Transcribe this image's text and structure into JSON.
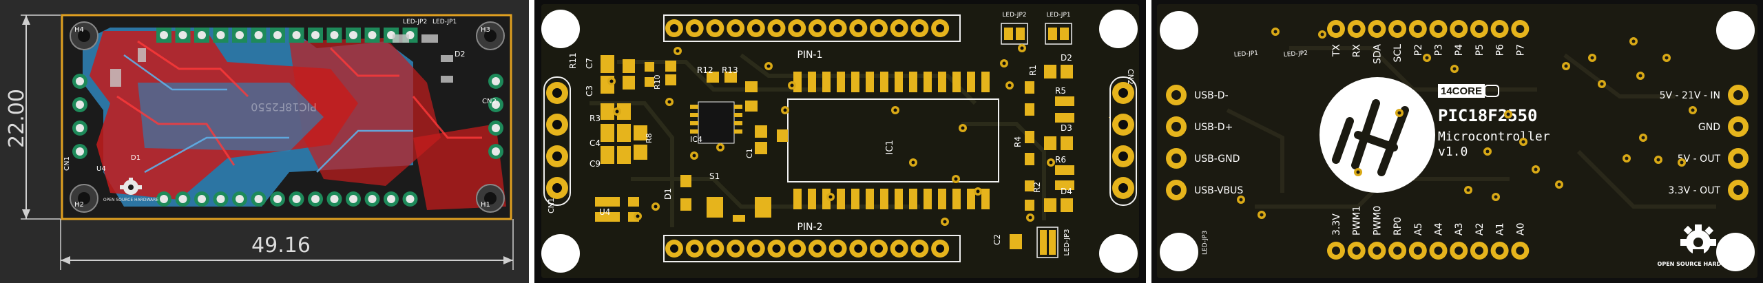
{
  "panel1": {
    "dim_height": "22.00",
    "dim_width": "49.16",
    "corner_labels": [
      "H4",
      "H3",
      "H2",
      "H1"
    ],
    "ref_labels": [
      "LED-JP2",
      "LED-JP1",
      "D2",
      "PIC18F2550",
      "CN2",
      "U4",
      "CN1",
      "D1"
    ],
    "logo_text": "OPEN SOURCE HARDWARE"
  },
  "panel2": {
    "pin_header_top": "PIN-1",
    "pin_header_bottom": "PIN-2",
    "ic_label": "IC1",
    "labels": {
      "ledjp2": "LED-JP2",
      "ledjp1": "LED-JP1",
      "ledjp3": "LED-JP3",
      "r11": "R11",
      "r12": "R12",
      "r13": "R13",
      "r10": "R10",
      "r3": "R3",
      "r8": "R8",
      "c7": "C7",
      "c3": "C3",
      "c4": "C4",
      "c9": "C9",
      "ic4": "IC4",
      "c1": "C1",
      "u4": "U4",
      "d1": "D1",
      "s1": "S1",
      "c2": "C2",
      "r1": "R1",
      "r2": "R2",
      "r4": "R4",
      "r5": "R5",
      "r6": "R6",
      "d2": "D2",
      "d3": "D3",
      "d4": "D4",
      "cn1": "CN1",
      "cn2": "CN2"
    }
  },
  "panel3": {
    "brand": "14CORE",
    "chip": "PIC18F2550",
    "subtitle": "Microcontroller",
    "version": "v1.0",
    "top_pins": [
      "TX",
      "RX",
      "SDA",
      "SCL",
      "P2",
      "P3",
      "P4",
      "P5",
      "P6",
      "P7"
    ],
    "bottom_pins": [
      "3.3V",
      "PWM1",
      "PWM0",
      "RP0",
      "A5",
      "A4",
      "A3",
      "A2",
      "A1",
      "A0"
    ],
    "left_pins": [
      "USB-D-",
      "USB-D+",
      "USB-GND",
      "USB-VBUS"
    ],
    "right_pins": [
      "5V - 21V - IN",
      "GND",
      "5V - OUT",
      "3.3V - OUT"
    ],
    "led_labels": [
      "LED-JP1",
      "LED-JP2",
      "LED-JP3"
    ],
    "logo_text": "OPEN SOURCE HARDWARE"
  }
}
